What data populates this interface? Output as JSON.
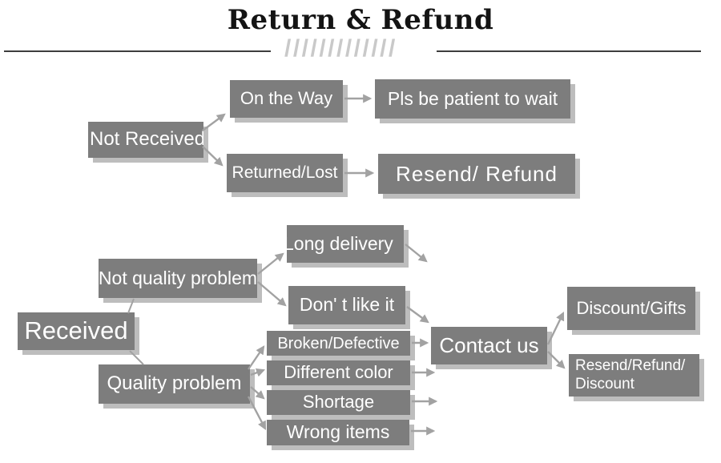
{
  "title": "Return & Refund",
  "decor": {
    "slashes": "/////////////"
  },
  "palette": {
    "background": "#ffffff",
    "box_fill": "#7d7d7d",
    "box_text": "#ffffff",
    "box_shadow": "#bdbdbd",
    "arrow": "#a2a2a2",
    "title_text": "#141414",
    "rule": "#3d3d3d",
    "slashes": "#c9c9c9"
  },
  "flowchart": {
    "nodes": {
      "not_received": "Not Received",
      "on_the_way": "On the Way",
      "pls_be_patient": "Pls be patient to wait",
      "returned_lost": "Returned/Lost",
      "resend_refund": "Resend/ Refund",
      "received": "Received",
      "not_quality_problem": "Not quality problem",
      "long_delivery": "Long delivery",
      "dont_like_it": "Don' t like it",
      "quality_problem": "Quality problem",
      "broken_defective": "Broken/Defective",
      "different_color": "Different color",
      "shortage": "Shortage",
      "wrong_items": "Wrong items",
      "contact_us": "Contact us",
      "discount_gifts": "Discount/Gifts",
      "resend_refund_discount_line1": "Resend/Refund/",
      "resend_refund_discount_line2": "Discount"
    },
    "edges": [
      {
        "from": "not_received",
        "to": "on_the_way"
      },
      {
        "from": "not_received",
        "to": "returned_lost"
      },
      {
        "from": "on_the_way",
        "to": "pls_be_patient"
      },
      {
        "from": "returned_lost",
        "to": "resend_refund"
      },
      {
        "from": "received",
        "to": "not_quality_problem"
      },
      {
        "from": "received",
        "to": "quality_problem"
      },
      {
        "from": "not_quality_problem",
        "to": "long_delivery"
      },
      {
        "from": "not_quality_problem",
        "to": "dont_like_it"
      },
      {
        "from": "long_delivery",
        "to": null
      },
      {
        "from": "dont_like_it",
        "to": "contact_us"
      },
      {
        "from": "quality_problem",
        "to": "broken_defective"
      },
      {
        "from": "quality_problem",
        "to": "different_color"
      },
      {
        "from": "quality_problem",
        "to": "shortage"
      },
      {
        "from": "quality_problem",
        "to": "wrong_items"
      },
      {
        "from": "broken_defective",
        "to": "contact_us"
      },
      {
        "from": "different_color",
        "to": null
      },
      {
        "from": "shortage",
        "to": null
      },
      {
        "from": "wrong_items",
        "to": null
      },
      {
        "from": "contact_us",
        "to": "discount_gifts"
      },
      {
        "from": "contact_us",
        "to": "resend_refund_discount"
      }
    ]
  }
}
